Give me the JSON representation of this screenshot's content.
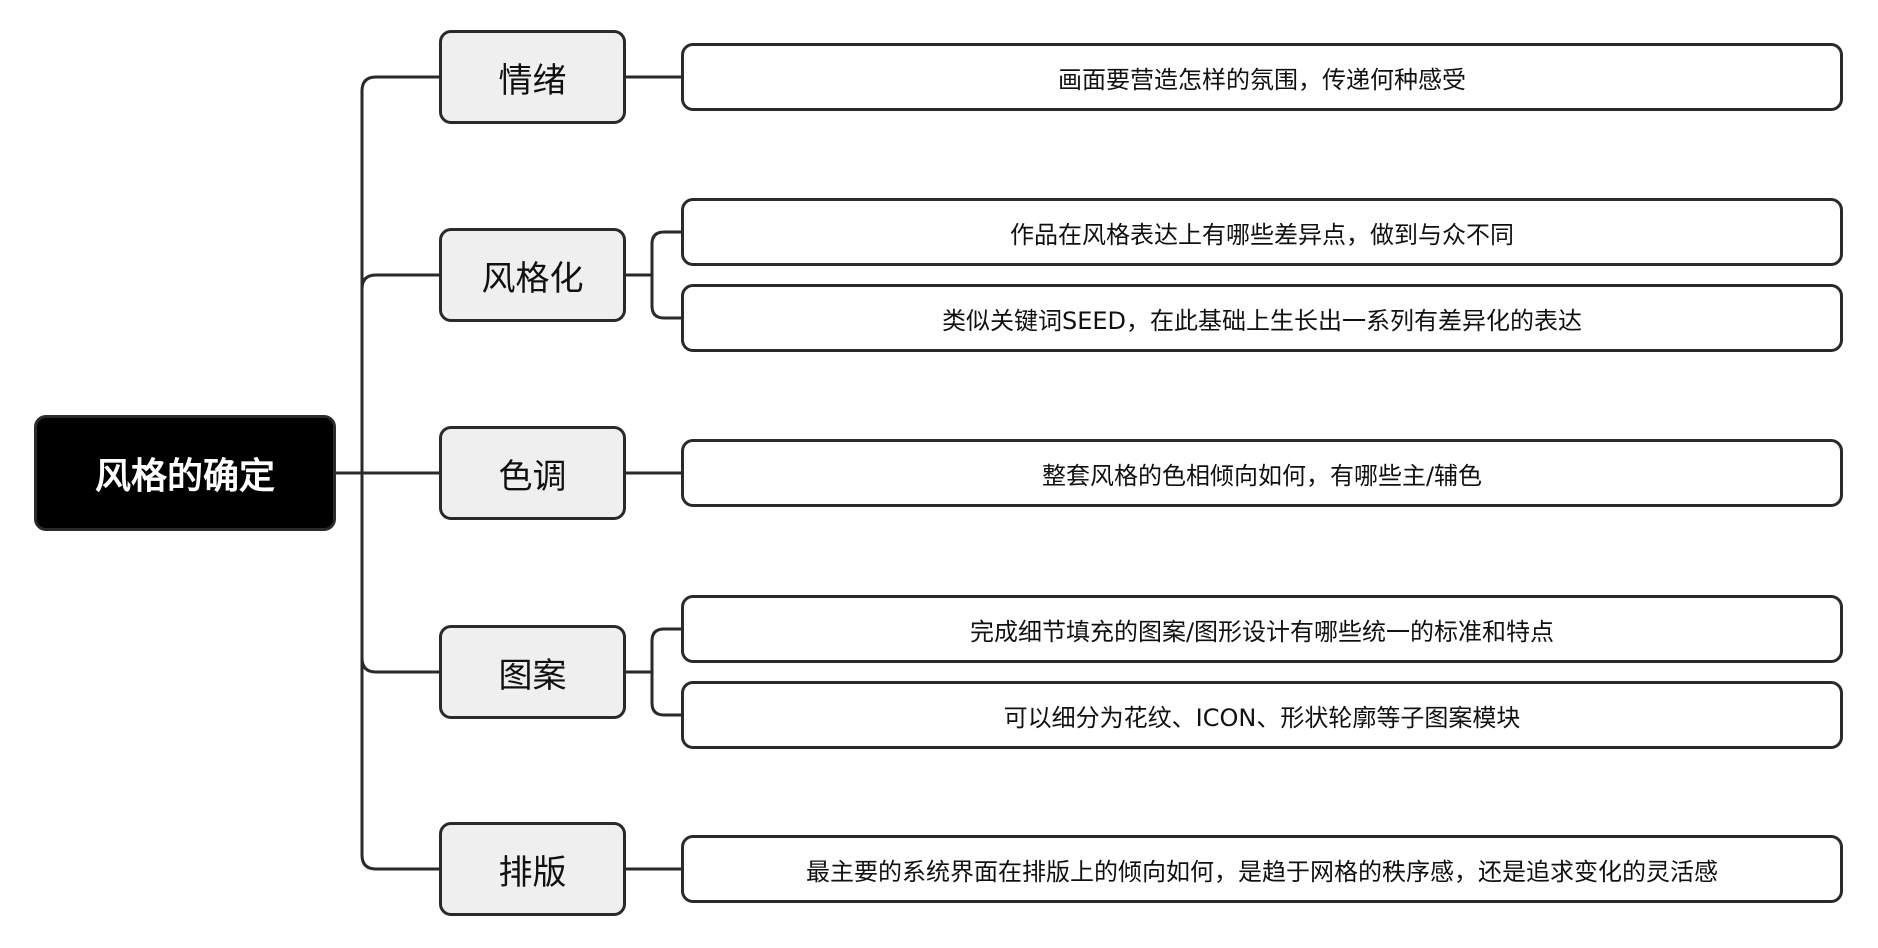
{
  "root": {
    "label": "风格的确定"
  },
  "branches": [
    {
      "label": "情绪",
      "leaves": [
        "画面要营造怎样的氛围，传递何种感受"
      ]
    },
    {
      "label": "风格化",
      "leaves": [
        "作品在风格表达上有哪些差异点，做到与众不同",
        "类似关键词SEED，在此基础上生长出一系列有差异化的表达"
      ]
    },
    {
      "label": "色调",
      "leaves": [
        "整套风格的色相倾向如何，有哪些主/辅色"
      ]
    },
    {
      "label": "图案",
      "leaves": [
        "完成细节填充的图案/图形设计有哪些统一的标准和特点",
        "可以细分为花纹、ICON、形状轮廓等子图案模块"
      ]
    },
    {
      "label": "排版",
      "leaves": [
        "最主要的系统界面在排版上的倾向如何，是趋于网格的秩序感，还是追求变化的灵活感"
      ]
    }
  ]
}
